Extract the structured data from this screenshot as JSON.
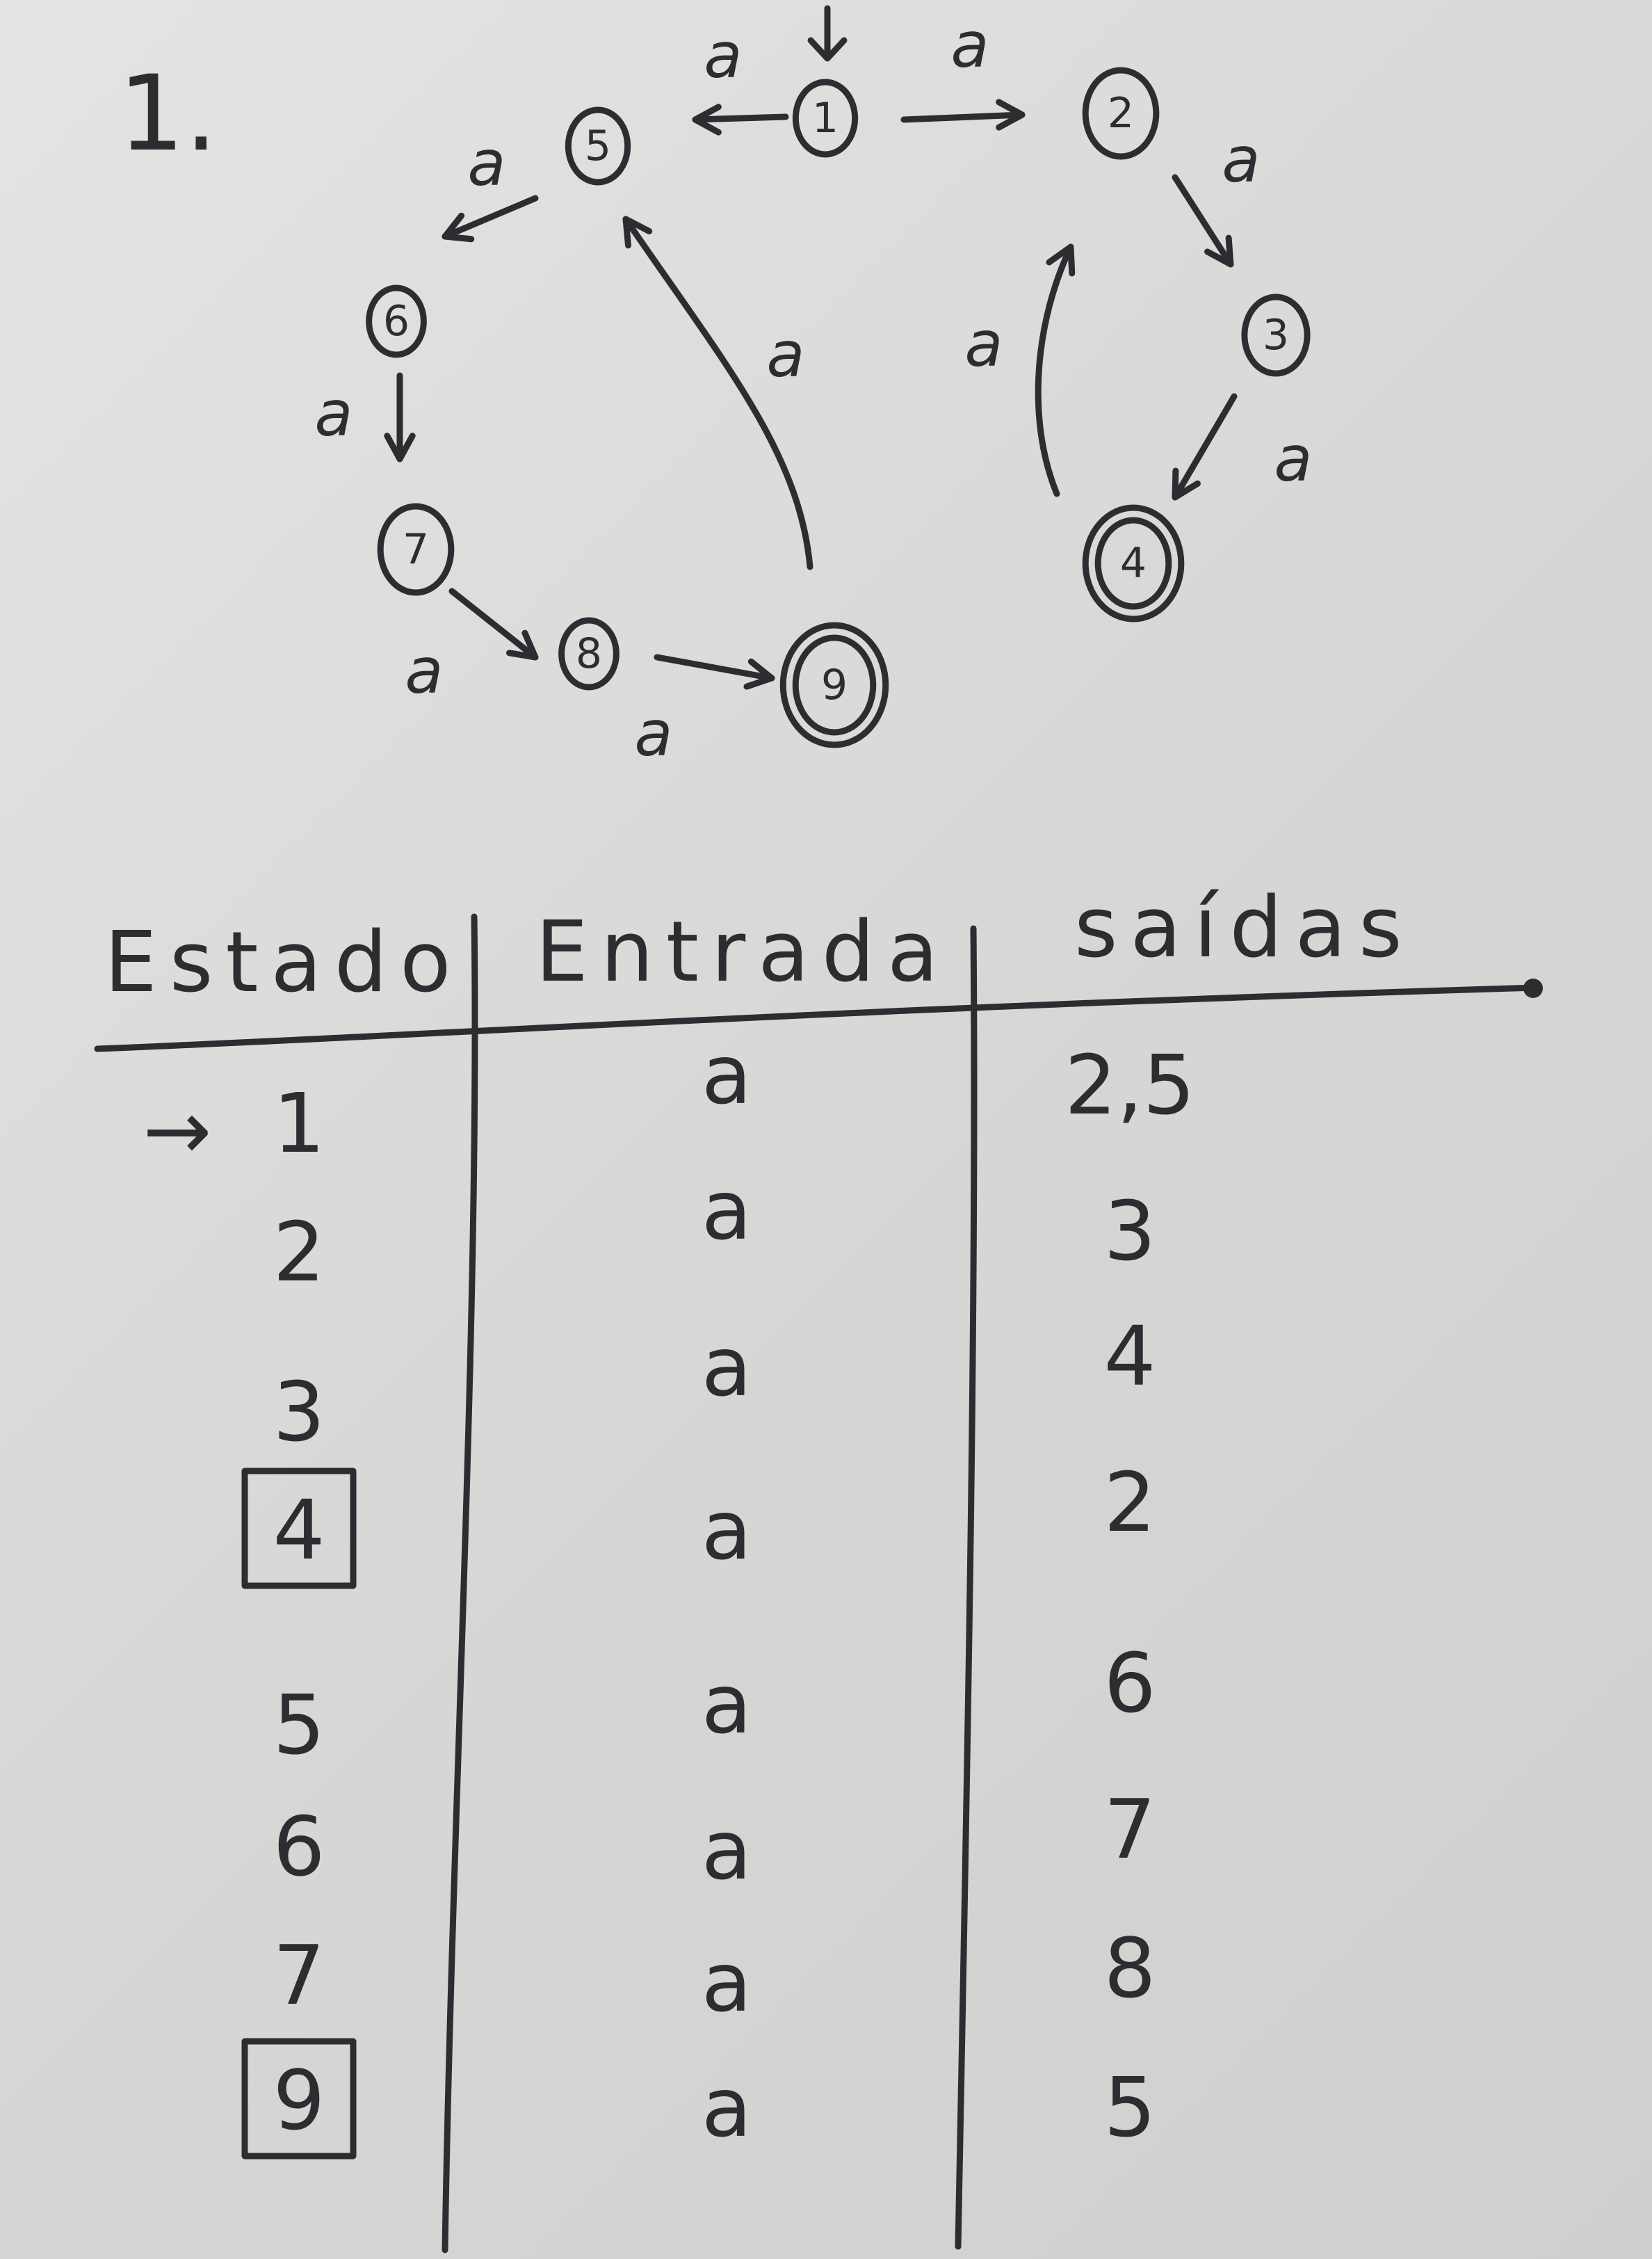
{
  "problem_number": "1.",
  "initial_marker": "→",
  "automaton": {
    "symbol": "a",
    "states": [
      {
        "id": "1",
        "accepting": false,
        "initial": true
      },
      {
        "id": "2",
        "accepting": false
      },
      {
        "id": "3",
        "accepting": false
      },
      {
        "id": "4",
        "accepting": true
      },
      {
        "id": "5",
        "accepting": false
      },
      {
        "id": "6",
        "accepting": false
      },
      {
        "id": "7",
        "accepting": false
      },
      {
        "id": "8",
        "accepting": false
      },
      {
        "id": "9",
        "accepting": true
      }
    ],
    "transitions": [
      {
        "from": "1",
        "to": "2",
        "label": "a"
      },
      {
        "from": "1",
        "to": "5",
        "label": "a"
      },
      {
        "from": "2",
        "to": "3",
        "label": "a"
      },
      {
        "from": "3",
        "to": "4",
        "label": "a"
      },
      {
        "from": "4",
        "to": "2",
        "label": "a"
      },
      {
        "from": "5",
        "to": "6",
        "label": "a"
      },
      {
        "from": "6",
        "to": "7",
        "label": "a"
      },
      {
        "from": "7",
        "to": "8",
        "label": "a"
      },
      {
        "from": "8",
        "to": "9",
        "label": "a"
      },
      {
        "from": "9",
        "to": "5",
        "label": "a"
      }
    ]
  },
  "table": {
    "headers": [
      "Estado",
      "Entrada",
      "saídas"
    ],
    "rows": [
      {
        "estado": "1",
        "initial": true,
        "boxed": false,
        "entrada": "a",
        "saidas": "2,5"
      },
      {
        "estado": "2",
        "initial": false,
        "boxed": false,
        "entrada": "a",
        "saidas": "3"
      },
      {
        "estado": "3",
        "initial": false,
        "boxed": false,
        "entrada": "a",
        "saidas": "4"
      },
      {
        "estado": "4",
        "initial": false,
        "boxed": true,
        "entrada": "a",
        "saidas": "2"
      },
      {
        "estado": "5",
        "initial": false,
        "boxed": false,
        "entrada": "a",
        "saidas": "6"
      },
      {
        "estado": "6",
        "initial": false,
        "boxed": false,
        "entrada": "a",
        "saidas": "7"
      },
      {
        "estado": "7",
        "initial": false,
        "boxed": false,
        "entrada": "a",
        "saidas": "8"
      },
      {
        "estado": "9",
        "initial": false,
        "boxed": true,
        "entrada": "a",
        "saidas": "5"
      }
    ]
  },
  "colors": {
    "ink": "#2b2d31",
    "paper": "#dadad8"
  }
}
